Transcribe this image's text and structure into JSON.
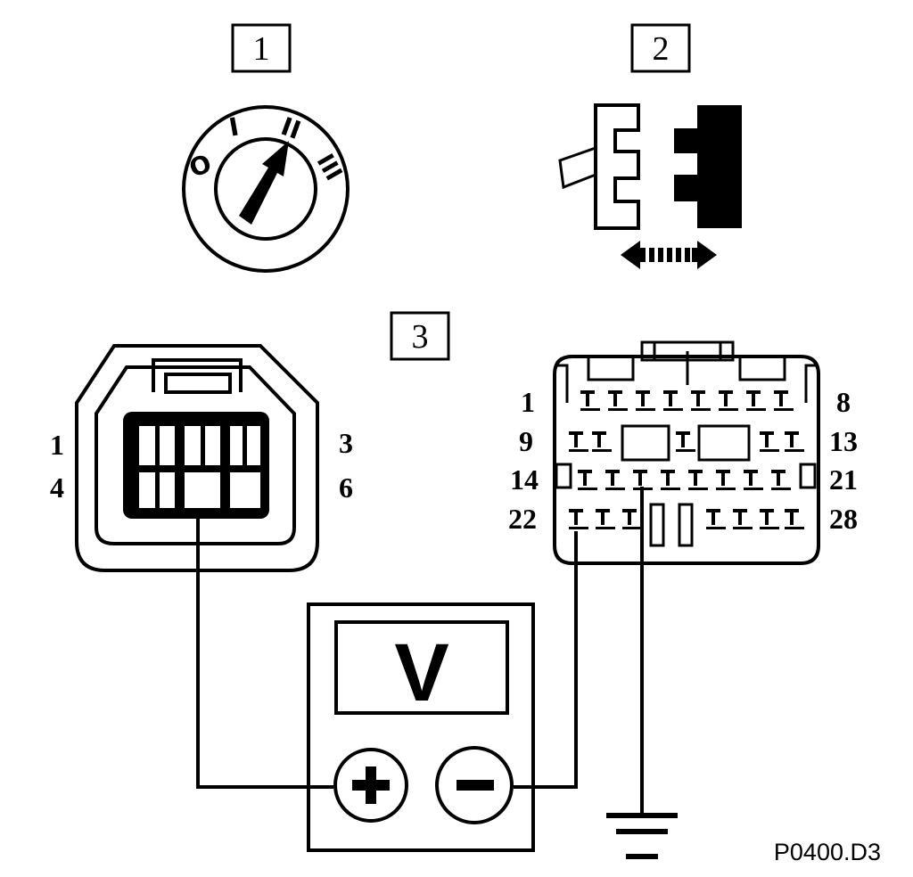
{
  "steps": {
    "s1": "1",
    "s2": "2",
    "s3": "3"
  },
  "ignition_positions": {
    "p0": "O",
    "p1": "I",
    "p2": "II",
    "p3": "III"
  },
  "connector_6pin": {
    "top_left": "1",
    "top_right": "3",
    "bottom_left": "4",
    "bottom_right": "6"
  },
  "connector_28pin": {
    "row1_left": "1",
    "row1_right": "8",
    "row2_left": "9",
    "row2_right": "13",
    "row3_left": "14",
    "row3_right": "21",
    "row4_left": "22",
    "row4_right": "28"
  },
  "meter": {
    "display": "V",
    "positive": "+",
    "negative": "−"
  },
  "reference_code": "P0400.D3",
  "icons": [
    "ignition-switch-icon",
    "connector-disconnect-icon",
    "voltmeter-icon",
    "ground-icon"
  ]
}
